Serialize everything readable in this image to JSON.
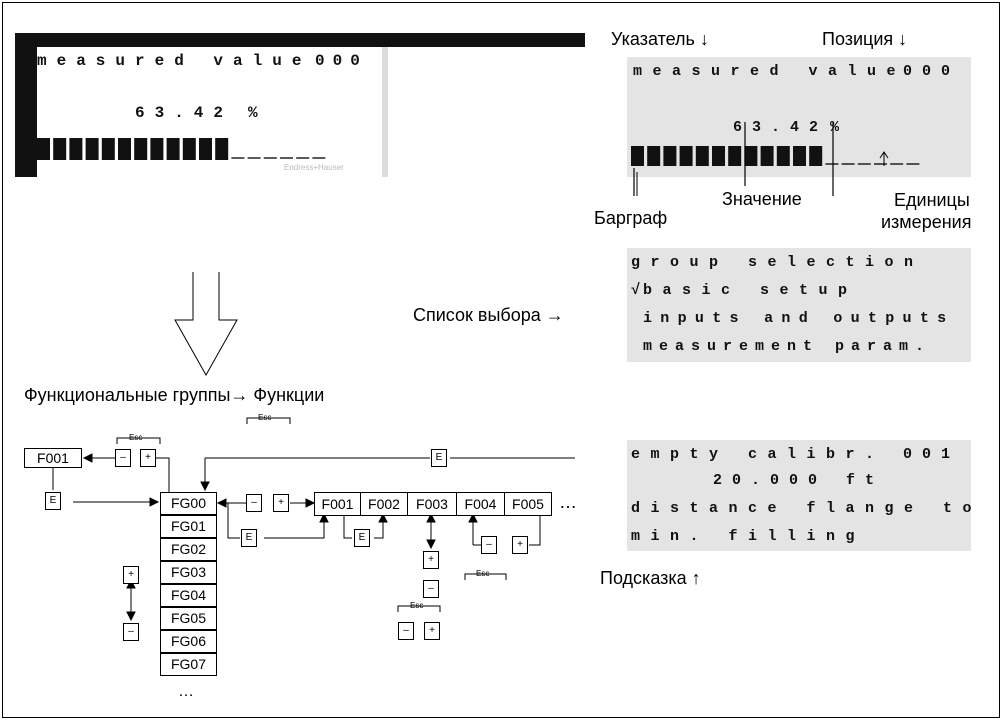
{
  "device_display": {
    "line1_label": "measured value",
    "line1_pos": "000",
    "value": "63.42",
    "unit": "%",
    "brand": "Endress+Hauser"
  },
  "annotations": {
    "pointer": "Указатель ↓",
    "position": "Позиция ↓",
    "bargraph": "Барграф",
    "value": "Значение",
    "units_line1": "Единицы",
    "units_line2": "измерения",
    "selection_list": "Список выбора →",
    "hint": "Подсказка ↑",
    "groups_functions": "Функциональные группы→ Функции"
  },
  "lcd_main": {
    "line1_label": "measured value",
    "line1_pos": "000",
    "value": "63.42",
    "unit": "%",
    "bargraph": {
      "filled_segments": 12,
      "total_segments": 18
    }
  },
  "lcd_group": {
    "title": "group selection",
    "check": "√",
    "items": [
      "basic setup",
      "inputs and outputs",
      "measurement param."
    ]
  },
  "lcd_function": {
    "line1_label": "empty calibr.",
    "line1_pos": "001",
    "value_line": "20.000 ft",
    "hint_line1": "distance flange to",
    "hint_line2": "min. filling"
  },
  "diagram": {
    "f001_left": "F001",
    "groups": [
      "FG00",
      "FG01",
      "FG02",
      "FG03",
      "FG04",
      "FG05",
      "FG06",
      "FG07"
    ],
    "functions": [
      "F001",
      "F002",
      "F003",
      "F004",
      "F005"
    ],
    "ellipsis": "…",
    "keys": {
      "enter": "E",
      "minus": "–",
      "plus": "+",
      "esc": "Esc"
    }
  }
}
